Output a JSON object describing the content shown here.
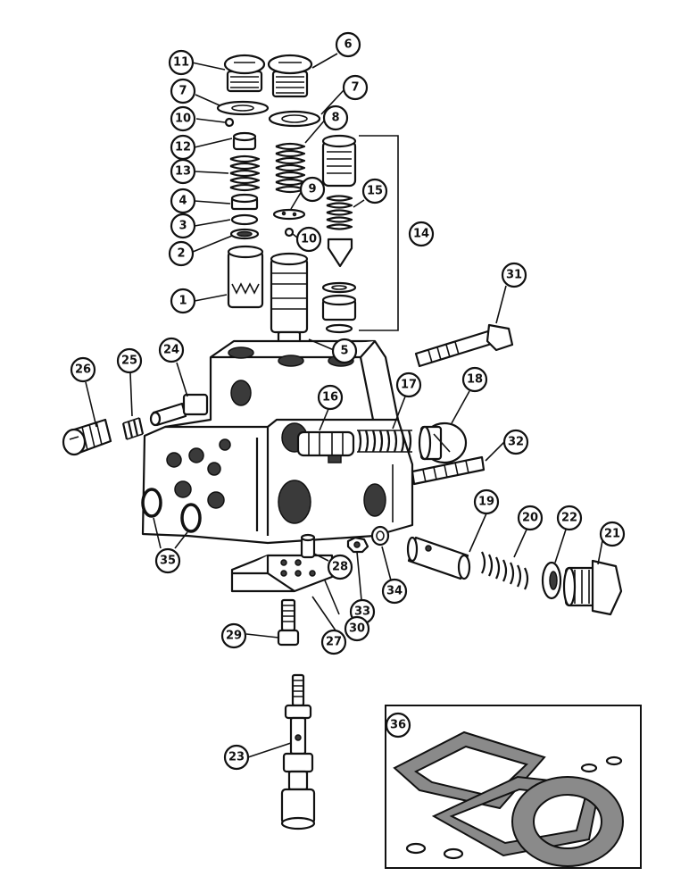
{
  "callouts": [
    {
      "key": "11",
      "label": "11"
    },
    {
      "key": "6",
      "label": "6"
    },
    {
      "key": "7a",
      "label": "7"
    },
    {
      "key": "7b",
      "label": "7"
    },
    {
      "key": "10a",
      "label": "10"
    },
    {
      "key": "8",
      "label": "8"
    },
    {
      "key": "12",
      "label": "12"
    },
    {
      "key": "13",
      "label": "13"
    },
    {
      "key": "9",
      "label": "9"
    },
    {
      "key": "15",
      "label": "15"
    },
    {
      "key": "4",
      "label": "4"
    },
    {
      "key": "3",
      "label": "3"
    },
    {
      "key": "10b",
      "label": "10"
    },
    {
      "key": "14",
      "label": "14"
    },
    {
      "key": "2",
      "label": "2"
    },
    {
      "key": "31",
      "label": "31"
    },
    {
      "key": "1",
      "label": "1"
    },
    {
      "key": "5",
      "label": "5"
    },
    {
      "key": "24",
      "label": "24"
    },
    {
      "key": "26",
      "label": "26"
    },
    {
      "key": "25",
      "label": "25"
    },
    {
      "key": "18",
      "label": "18"
    },
    {
      "key": "16",
      "label": "16"
    },
    {
      "key": "17",
      "label": "17"
    },
    {
      "key": "32",
      "label": "32"
    },
    {
      "key": "19",
      "label": "19"
    },
    {
      "key": "20",
      "label": "20"
    },
    {
      "key": "22",
      "label": "22"
    },
    {
      "key": "21",
      "label": "21"
    },
    {
      "key": "35",
      "label": "35"
    },
    {
      "key": "28",
      "label": "28"
    },
    {
      "key": "33",
      "label": "33"
    },
    {
      "key": "34",
      "label": "34"
    },
    {
      "key": "30",
      "label": "30"
    },
    {
      "key": "29",
      "label": "29"
    },
    {
      "key": "27",
      "label": "27"
    },
    {
      "key": "36",
      "label": "36"
    },
    {
      "key": "23",
      "label": "23"
    }
  ]
}
